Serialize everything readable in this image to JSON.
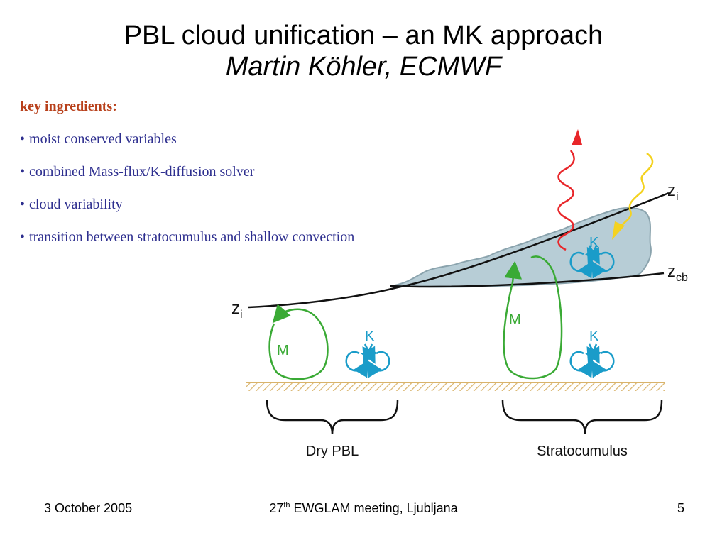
{
  "slide": {
    "title": "PBL cloud unification – an MK approach",
    "subtitle": "Martin Köhler, ECMWF"
  },
  "content": {
    "heading": "key ingredients:",
    "bullet_symbol": "•",
    "bullets": [
      "moist conserved variables",
      "combined Mass-flux/K-diffusion solver",
      "cloud variability",
      "transition between stratocumulus and shallow convection"
    ]
  },
  "diagram": {
    "labels": {
      "zi_left_base": "z",
      "zi_left_sub": "i",
      "zi_right_base": "z",
      "zi_right_sub": "i",
      "zcb_base": "z",
      "zcb_sub": "cb",
      "m_dry": "M",
      "k_dry": "K",
      "m_sc": "M",
      "k_sc_lower": "K",
      "k_sc_cloud": "K"
    },
    "regions": {
      "dry": "Dry PBL",
      "stratocumulus": "Stratocumulus"
    },
    "colors": {
      "mass_flux": "#3aaa35",
      "k_diffusion": "#1a9cc9",
      "longwave": "#e8262a",
      "shortwave": "#f4d21f",
      "cloud_fill": "#b7cdd6",
      "cloud_edge": "#8aa3ad",
      "ground": "#d9b36a"
    }
  },
  "footer": {
    "date": "3 October 2005",
    "meeting_ordinal": "27",
    "meeting_suffix": "th",
    "meeting_rest": " EWGLAM meeting, Ljubljana",
    "page": "5"
  }
}
